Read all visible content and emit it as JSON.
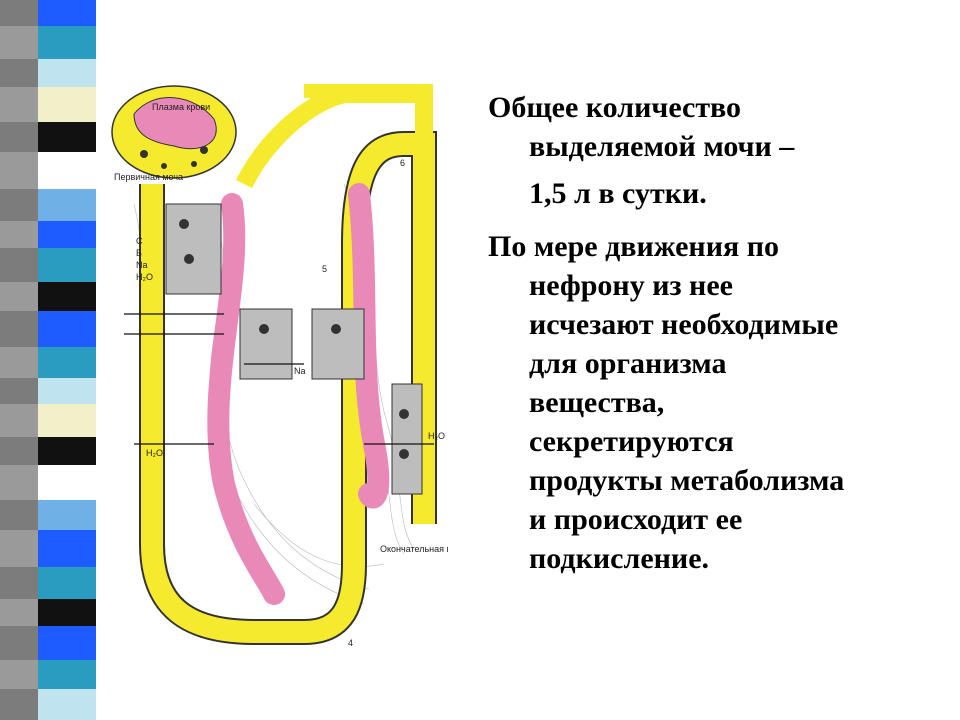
{
  "slide": {
    "paragraphs": [
      {
        "lines": [
          "Общее количество",
          "выделяемой мочи –",
          "1,5 л в сутки."
        ]
      },
      {
        "lines": [
          "По мере движения по",
          "нефрону из нее",
          "исчезают необходимые",
          "для организма",
          "вещества,",
          "секретируются",
          "продукты метаболизма",
          "и происходит ее",
          "подкисление."
        ]
      }
    ]
  },
  "diagram": {
    "labels": {
      "plasma": "Плазма крови",
      "primary_urine": "Первичная моча",
      "final_urine": "Окончательная моча",
      "num_4": "4",
      "num_5": "5",
      "num_6": "6",
      "na": "Na",
      "h2o_left": "H₂O",
      "h2o_right": "H₂O",
      "c": "C",
      "b": "Б",
      "na2": "Na",
      "h2o_2": "H₂O"
    }
  },
  "colors": {
    "tubule_yellow": "#f6ea2e",
    "vessel_pink": "#e889b8",
    "cell_gray": "#bdbdbd",
    "strip_blue": "#1f5cff",
    "strip_teal": "#2a9cc0"
  }
}
